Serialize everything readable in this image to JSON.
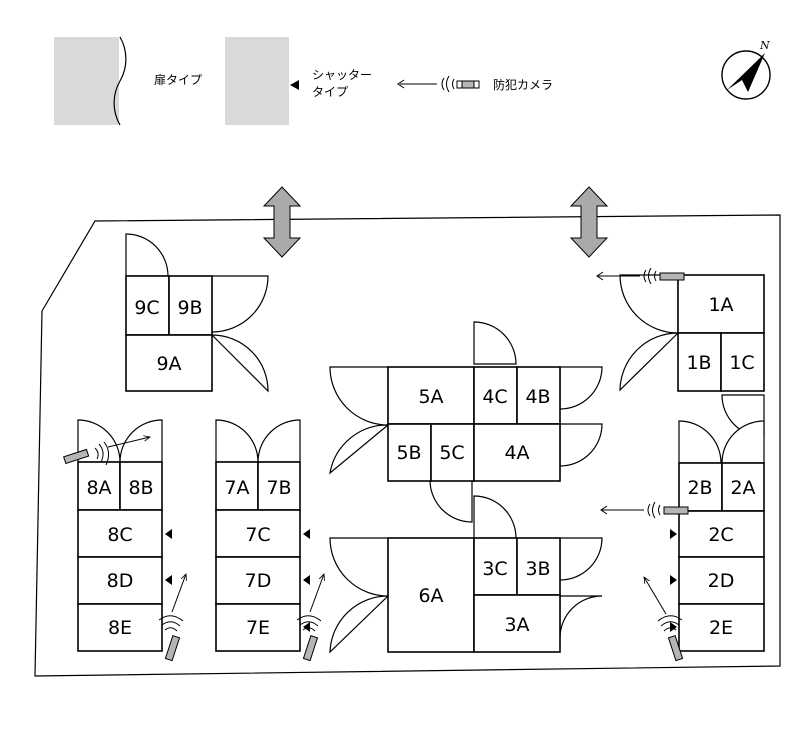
{
  "legend": {
    "door_type": "扉タイプ",
    "shutter_type_line1": "シャッター",
    "shutter_type_line2": "タイプ",
    "camera": "防犯カメラ"
  },
  "compass": {
    "north": "N"
  },
  "units": {
    "u1A": "1A",
    "u1B": "1B",
    "u1C": "1C",
    "u2A": "2A",
    "u2B": "2B",
    "u2C": "2C",
    "u2D": "2D",
    "u2E": "2E",
    "u3A": "3A",
    "u3B": "3B",
    "u3C": "3C",
    "u4A": "4A",
    "u4B": "4B",
    "u4C": "4C",
    "u5A": "5A",
    "u5B": "5B",
    "u5C": "5C",
    "u6A": "6A",
    "u7A": "7A",
    "u7B": "7B",
    "u7C": "7C",
    "u7D": "7D",
    "u7E": "7E",
    "u8A": "8A",
    "u8B": "8B",
    "u8C": "8C",
    "u8D": "8D",
    "u8E": "8E",
    "u9A": "9A",
    "u9B": "9B",
    "u9C": "9C"
  },
  "colors": {
    "legend_fill": "#d9d9d9",
    "arrow_fill": "#aaaaaa",
    "camera_fill": "#b5b5b5"
  }
}
